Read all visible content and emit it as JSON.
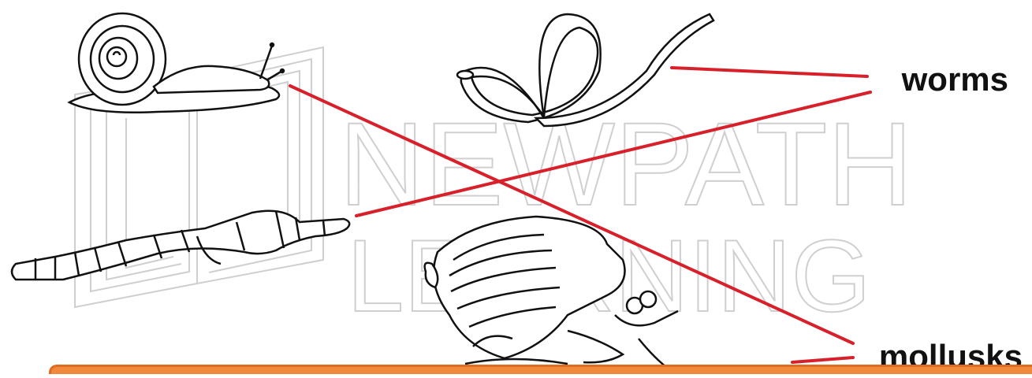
{
  "labels": {
    "worms": "worms",
    "mollusks": "mollusks"
  },
  "watermark": {
    "line1": "NEWPATH",
    "line2": "LEARNING"
  },
  "animals": [
    {
      "name": "snail",
      "group": "mollusks"
    },
    {
      "name": "roundworm",
      "group": "worms"
    },
    {
      "name": "segmented worm",
      "group": "worms"
    },
    {
      "name": "hermit crab",
      "group": ""
    }
  ],
  "colors": {
    "connector": "#d8202a",
    "outline": "#111111",
    "watermark": "#cfcfcf",
    "bottom_bar": "#f08a3a"
  }
}
